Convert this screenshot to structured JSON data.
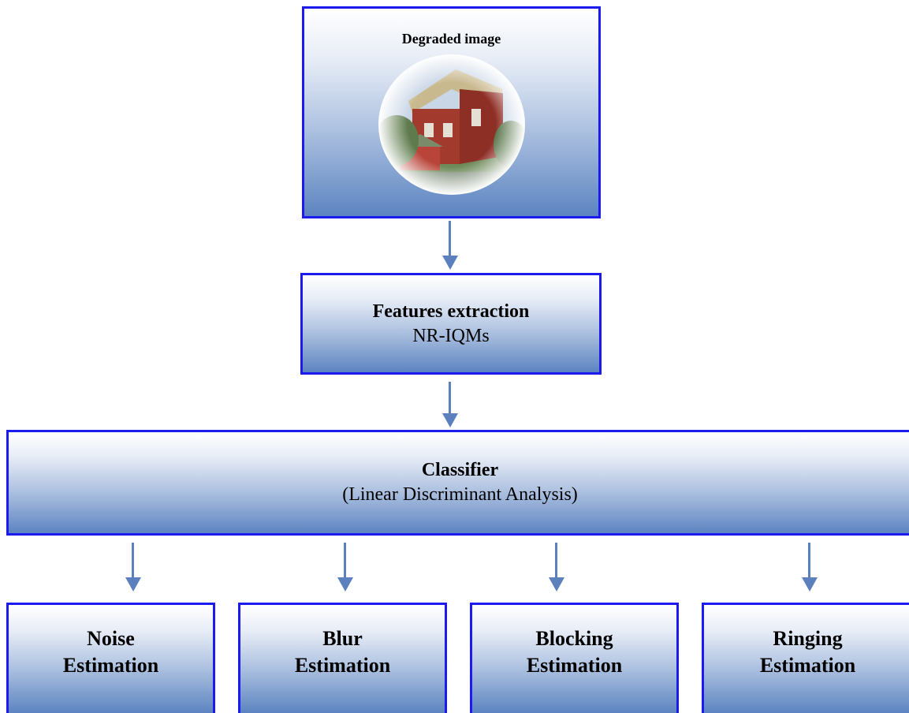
{
  "nodes": {
    "degraded": {
      "title": "Degraded image"
    },
    "features": {
      "title": "Features extraction",
      "subtitle": "NR-IQMs"
    },
    "classifier": {
      "title": "Classifier",
      "subtitle": "(Linear Discriminant Analysis)"
    },
    "outputs": [
      {
        "line1": "Noise",
        "line2": "Estimation"
      },
      {
        "line1": "Blur",
        "line2": "Estimation"
      },
      {
        "line1": "Blocking",
        "line2": "Estimation"
      },
      {
        "line1": "Ringing",
        "line2": "Estimation"
      }
    ]
  },
  "colors": {
    "border": "#1b1bf0",
    "gradient_bottom": "#5c84c1",
    "arrow": "#5b80bd"
  }
}
